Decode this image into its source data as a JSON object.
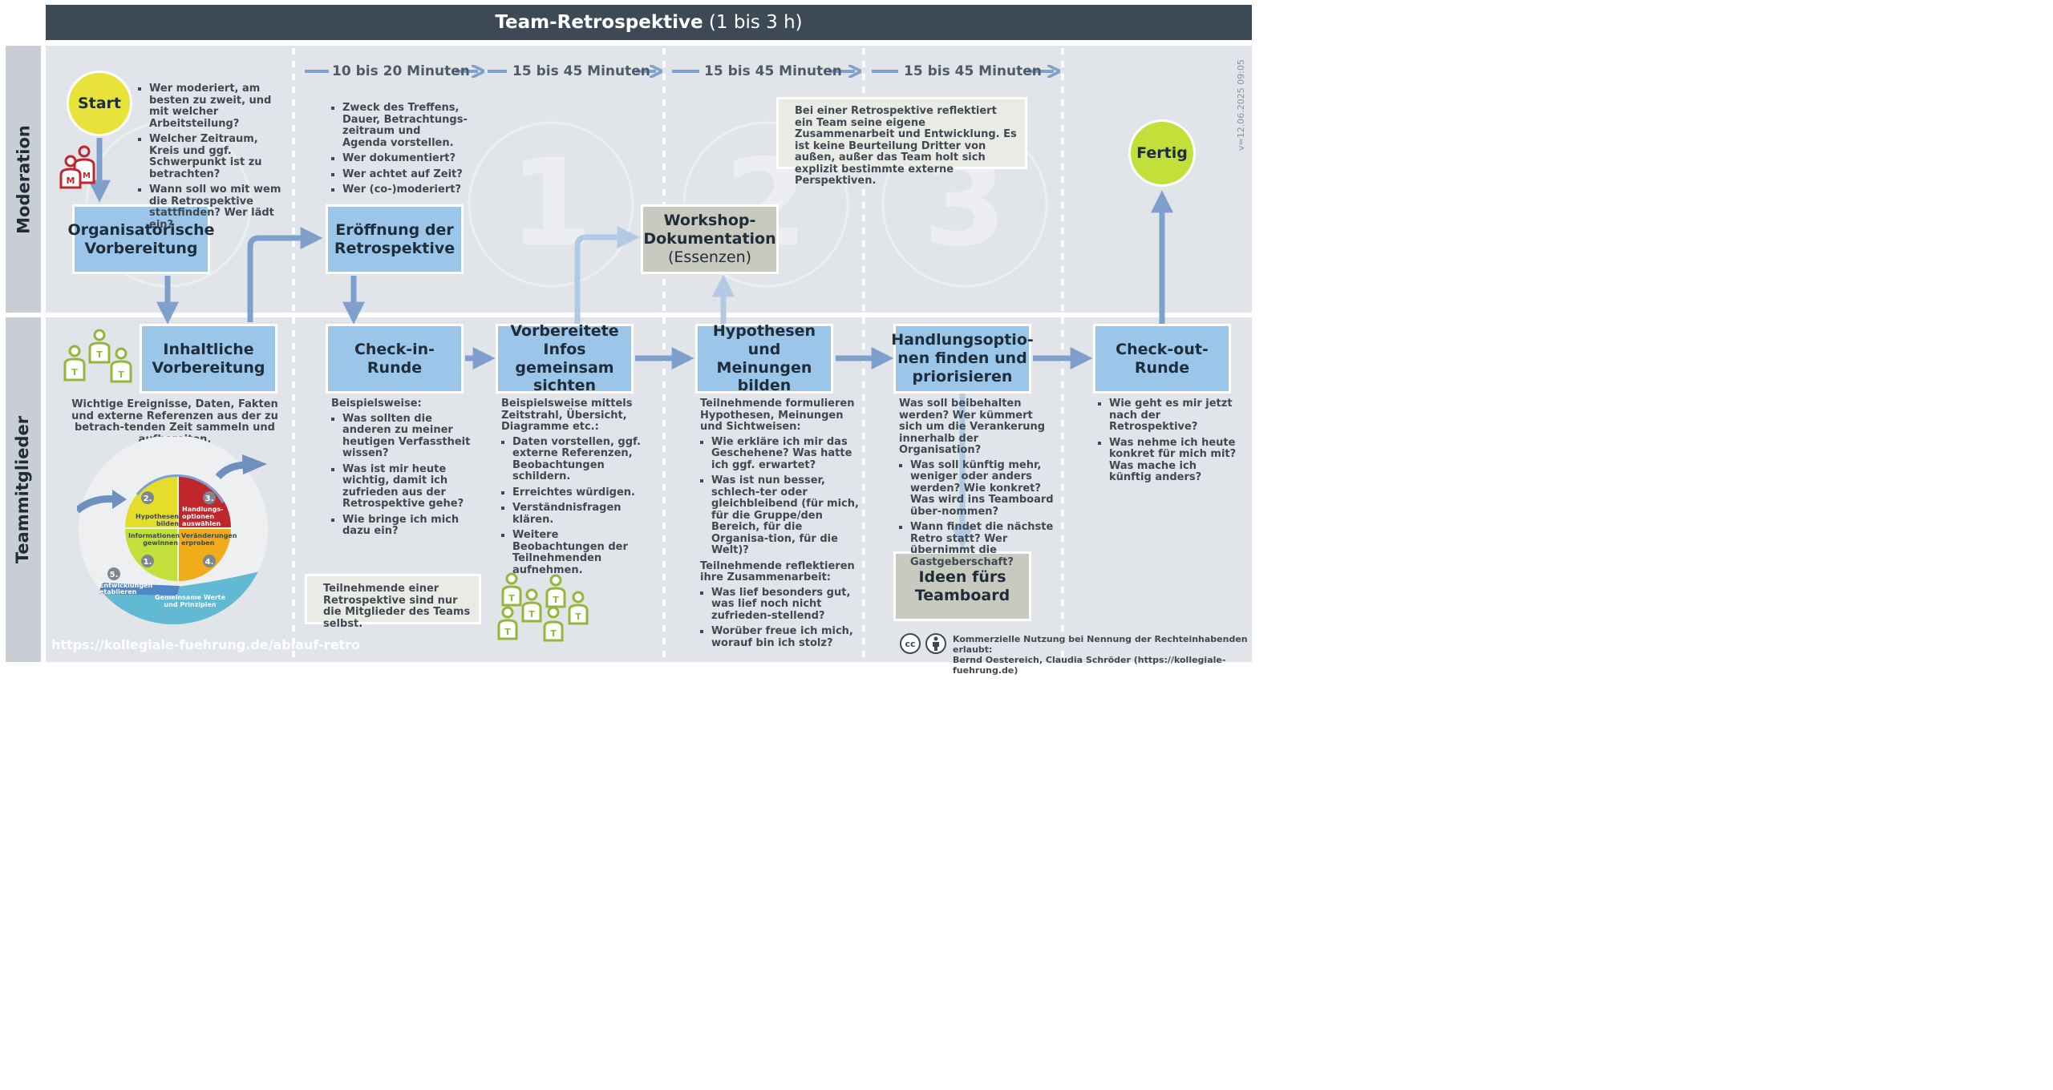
{
  "header": {
    "title_bold": "Team-Retrospektive",
    "title_rest": " (1 bis 3 h)"
  },
  "lanes": {
    "moderation": "Moderation",
    "team": "Teammitglieder"
  },
  "durations": [
    "10 bis 20 Minuten",
    "15 bis 45 Minuten",
    "15 bis 45 Minuten",
    "15 bis 45 Minuten"
  ],
  "phase_numbers": [
    "1",
    "2",
    "3"
  ],
  "version": "v=12.06.2025 09:05",
  "start": "Start",
  "fertig": "Fertig",
  "boxes": {
    "org_vorbereitung": "Organisatorische Vorbereitung",
    "inh_vorbereitung": "Inhaltliche Vorbereitung",
    "eroeffnung": "Eröffnung der Retrospektive",
    "checkin": "Check-in-Runde",
    "infos": "Vorbereitete Infos gemeinsam sichten",
    "workshop_line1": "Workshop-Dokumentation",
    "workshop_line2": "(Essenzen)",
    "hypothesen": "Hypothesen und Meinungen bilden",
    "handlung": "Handlungsoptio-nen finden und priorisieren",
    "checkout": "Check-out-Runde",
    "ideen": "Ideen fürs Teamboard"
  },
  "texts": {
    "start_bullets": [
      "Wer moderiert, am besten zu zweit, und mit welcher Arbeitsteilung?",
      "Welcher Zeitraum, Kreis und ggf. Schwerpunkt ist zu betrachten?",
      "Wann soll wo mit wem die Retrospektive stattfinden? Wer lädt ein?"
    ],
    "eroeffnung_bullets": [
      "Zweck des Treffens, Dauer, Betrachtungs-zeitraum und Agenda vorstellen.",
      "Wer dokumentiert?",
      "Wer achtet auf Zeit?",
      "Wer (co-)moderiert?"
    ],
    "definition": "Bei einer Retrospektive reflektiert ein Team seine eigene Zusammenarbeit und Entwicklung. Es ist keine Beurteilung Dritter von außen, außer das Team holt sich explizit bestimmte externe Perspektiven.",
    "inhaltlich": "Wichtige Ereignisse, Daten, Fakten und externe Referenzen aus der zu betrach-tenden Zeit sammeln und aufbereiten.",
    "checkin_intro": "Beispielsweise:",
    "checkin_bullets": [
      "Was sollten die anderen zu meiner heutigen Verfasstheit wissen?",
      "Was ist mir heute wichtig, damit ich zufrieden aus der Retrospektive gehe?",
      "Wie bringe ich mich dazu ein?"
    ],
    "infos_intro": "Beispielsweise mittels Zeitstrahl, Übersicht, Diagramme etc.:",
    "infos_bullets": [
      "Daten vorstellen, ggf. externe Referenzen, Beobachtungen schildern.",
      "Erreichtes würdigen.",
      "Verständnisfragen klären.",
      "Weitere Beobachtungen der Teilnehmenden aufnehmen."
    ],
    "hyp_intro": "Teilnehmende formulieren Hypothesen, Meinungen und Sichtweisen:",
    "hyp_bullets1": [
      "Wie erkläre ich mir das Geschehene? Was hatte ich ggf. erwartet?",
      "Was ist nun besser, schlech-ter oder gleichbleibend (für mich, für die Gruppe/den Bereich, für die Organisa-tion, für die Welt)?"
    ],
    "hyp_intro2": "Teilnehmende reflektieren ihre Zusammenarbeit:",
    "hyp_bullets2": [
      "Was lief besonders gut, was lief noch nicht zufrieden-stellend?",
      "Worüber freue ich mich, worauf bin ich stolz?"
    ],
    "handlung_intro": "Was soll beibehalten werden? Wer kümmert sich um die Verankerung innerhalb der Organisation?",
    "handlung_bullets": [
      "Was soll künftig mehr, weniger oder anders werden? Wie konkret? Was wird ins Teamboard über-nommen?",
      "Wann findet die nächste Retro statt? Wer übernimmt die Gastgeberschaft?"
    ],
    "checkout_bullets": [
      "Wie geht es mir jetzt nach der Retrospektive?",
      "Was nehme ich heute konkret für mich mit? Was mache ich künftig anders?"
    ],
    "teilnehmende": "Teilnehmende einer Retrospektive sind nur die Mitglieder des Teams selbst."
  },
  "cycle": {
    "q2": "Hypothesen bilden",
    "q3": "Handlungs-optionen auswählen",
    "q1": "Informationen gewinnen",
    "q4": "Veränderungen erproben",
    "n1": "1.",
    "n2": "2.",
    "n3": "3.",
    "n4": "4.",
    "n5": "5.",
    "entwicklungen": "Entwicklungen etablieren",
    "werte": "Gemeinsame Werte und Prinzipien"
  },
  "footer": {
    "url": "https://kollegiale-fuehrung.de/ablauf-retro",
    "license_line1": "Kommerzielle Nutzung bei Nennung der Rechteinhabenden erlaubt:",
    "license_line2": "Bernd Oestereich, Claudia Schröder (https://kollegiale-fuehrung.de)",
    "cc": "cc"
  },
  "colors": {
    "header_bg": "#3d4a56",
    "lane_bg": "#e1e4e8",
    "lane_label_bg": "#c9ced5",
    "box_blue": "#9cc5ea",
    "box_grey": "#c8c9bf",
    "arrow": "#7f9fcc",
    "arrow_light": "#b3c8e4",
    "start_yellow": "#e8e23a",
    "fertig_green": "#c3e03a",
    "person_red": "#c0272d",
    "person_green": "#93b73b"
  }
}
